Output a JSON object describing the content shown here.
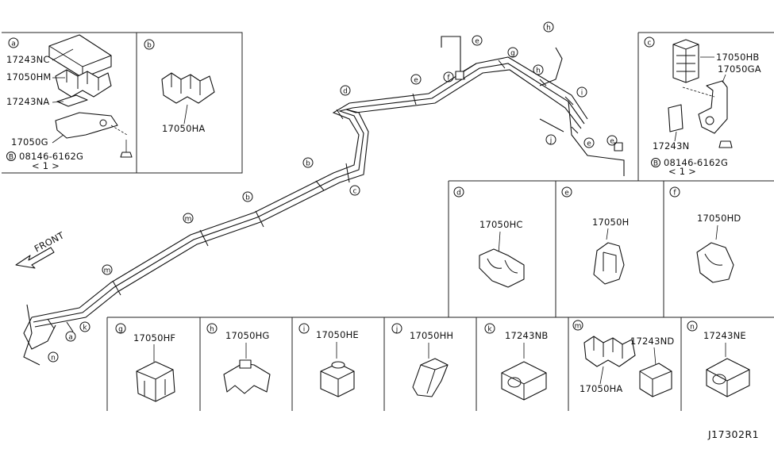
{
  "title": "",
  "diagram_ref": "J17302R1",
  "front_label": "FRONT",
  "panel_a": {
    "callout": "a",
    "labels": [
      "17243NC",
      "17050HM",
      "17243NA",
      "17050G"
    ],
    "bolt_symbol": "B",
    "bolt_part": "08146-6162G",
    "bolt_qty": "< 1 >"
  },
  "panel_b": {
    "callout": "b",
    "part": "17050HA"
  },
  "panel_c": {
    "callout": "c",
    "labels": [
      "17050HB",
      "17050GA",
      "17243N"
    ],
    "bolt_symbol": "B",
    "bolt_part": "08146-6162G",
    "bolt_qty": "< 1 >"
  },
  "panel_d": {
    "callout": "d",
    "part": "17050HC"
  },
  "panel_e": {
    "callout": "e",
    "part": "17050H"
  },
  "panel_f": {
    "callout": "f",
    "part": "17050HD"
  },
  "panel_g": {
    "callout": "g",
    "part": "17050HF"
  },
  "panel_h": {
    "callout": "h",
    "part": "17050HG"
  },
  "panel_i": {
    "callout": "i",
    "part": "17050HE"
  },
  "panel_j": {
    "callout": "j",
    "part": "17050HH"
  },
  "panel_k": {
    "callout": "k",
    "part": "17243NB"
  },
  "panel_m": {
    "callout": "m",
    "labels": [
      "17243ND",
      "17050HA"
    ]
  },
  "panel_n": {
    "callout": "n",
    "part": "17243NE"
  },
  "main_callouts": {
    "d": "d",
    "e1": "e",
    "e2": "e",
    "f": "f",
    "g": "g",
    "h1": "h",
    "h2": "h",
    "i": "i",
    "j": "j",
    "e3": "e",
    "e4": "e",
    "b": "b",
    "c": "c",
    "b2": "b",
    "m1": "m",
    "m2": "m",
    "k": "k",
    "a": "a",
    "n": "n"
  }
}
